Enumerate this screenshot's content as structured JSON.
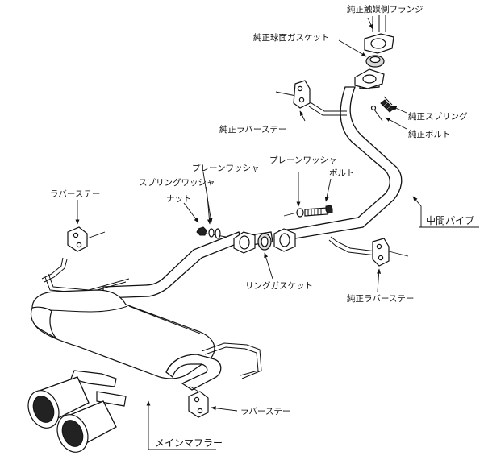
{
  "labels": {
    "cat_flange": "純正触媒側フランジ",
    "spherical_gasket": "純正球面ガスケット",
    "oem_spring": "純正スプリング",
    "oem_bolt": "純正ボルト",
    "oem_rubber_stay_upper": "純正ラバーステー",
    "plain_washer_left": "プレーンワッシャ",
    "spring_washer": "スプリングワッシャ",
    "nut": "ナット",
    "plain_washer_right": "プレーンワッシャ",
    "bolt": "ボルト",
    "middle_pipe": "中間パイプ",
    "rubber_stay_left": "ラバーステー",
    "ring_gasket": "リングガスケット",
    "oem_rubber_stay_lower": "純正ラバーステー",
    "rubber_stay_bottom": "ラバーステー",
    "main_muffler": "メインマフラー"
  }
}
